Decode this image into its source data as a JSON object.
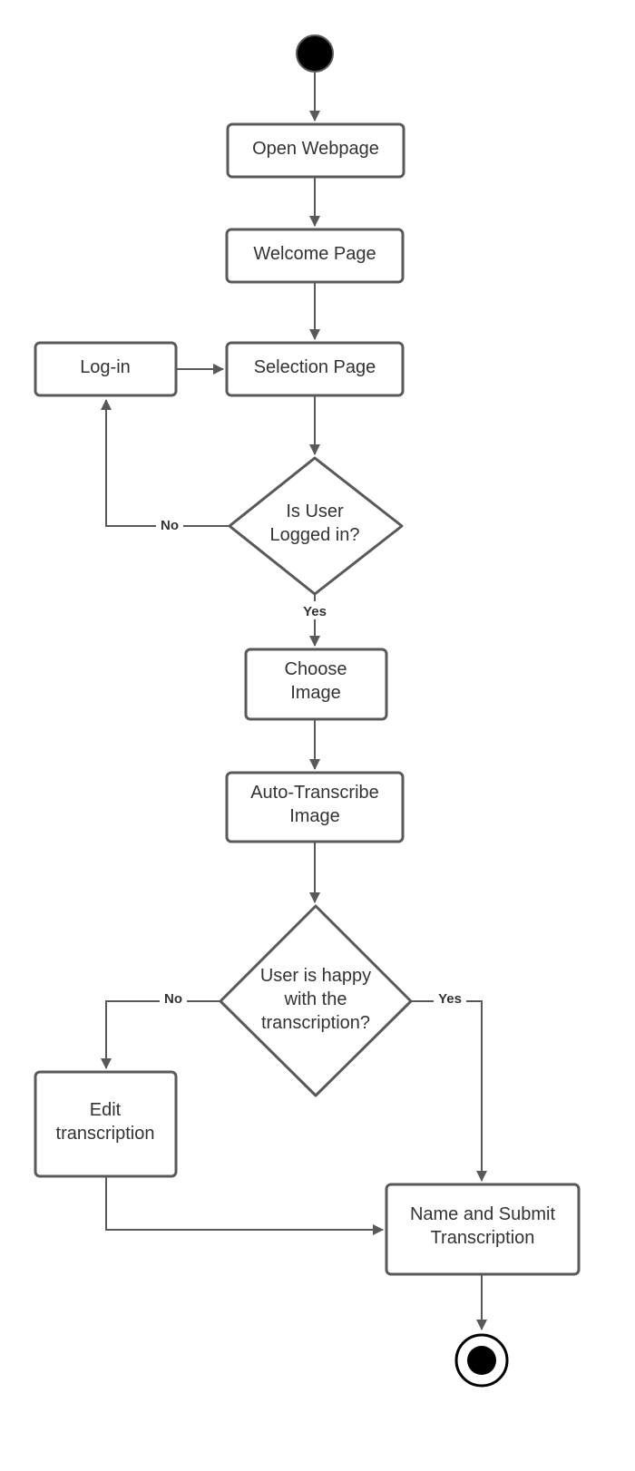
{
  "nodes": {
    "open_webpage": "Open Webpage",
    "welcome_page": "Welcome Page",
    "selection_page": "Selection Page",
    "log_in": "Log-in",
    "is_logged_in": [
      "Is User",
      "Logged in?"
    ],
    "choose_image": [
      "Choose",
      "Image"
    ],
    "auto_transcribe": [
      "Auto-Transcribe",
      "Image"
    ],
    "user_happy": [
      "User is happy",
      "with the",
      "transcription?"
    ],
    "edit_transcription": [
      "Edit",
      "transcription"
    ],
    "name_submit": [
      "Name and Submit",
      "Transcription"
    ]
  },
  "edge_labels": {
    "logged_in_no": "No",
    "logged_in_yes": "Yes",
    "happy_no": "No",
    "happy_yes": "Yes"
  },
  "colors": {
    "stroke": "#595959",
    "text": "#333333",
    "start_fill": "#000000"
  }
}
